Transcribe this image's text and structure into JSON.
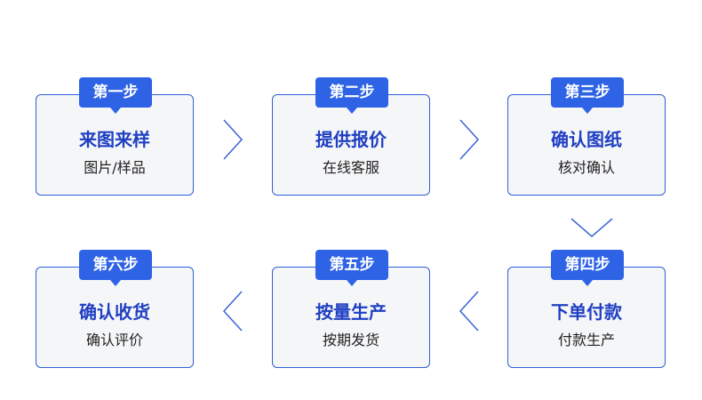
{
  "steps": [
    {
      "badge": "第一步",
      "title": "来图来样",
      "sub": "图片/样品"
    },
    {
      "badge": "第二步",
      "title": "提供报价",
      "sub": "在线客服"
    },
    {
      "badge": "第三步",
      "title": "确认图纸",
      "sub": "核对确认"
    },
    {
      "badge": "第四步",
      "title": "下单付款",
      "sub": "付款生产"
    },
    {
      "badge": "第五步",
      "title": "按量生产",
      "sub": "按期发货"
    },
    {
      "badge": "第六步",
      "title": "确认收货",
      "sub": "确认评价"
    }
  ],
  "colors": {
    "accent": "#2e63e6",
    "title": "#1f3fc2",
    "border": "#2f5fd8",
    "card_bg": "#f5f6f8",
    "arrow": "#3a63d6"
  }
}
